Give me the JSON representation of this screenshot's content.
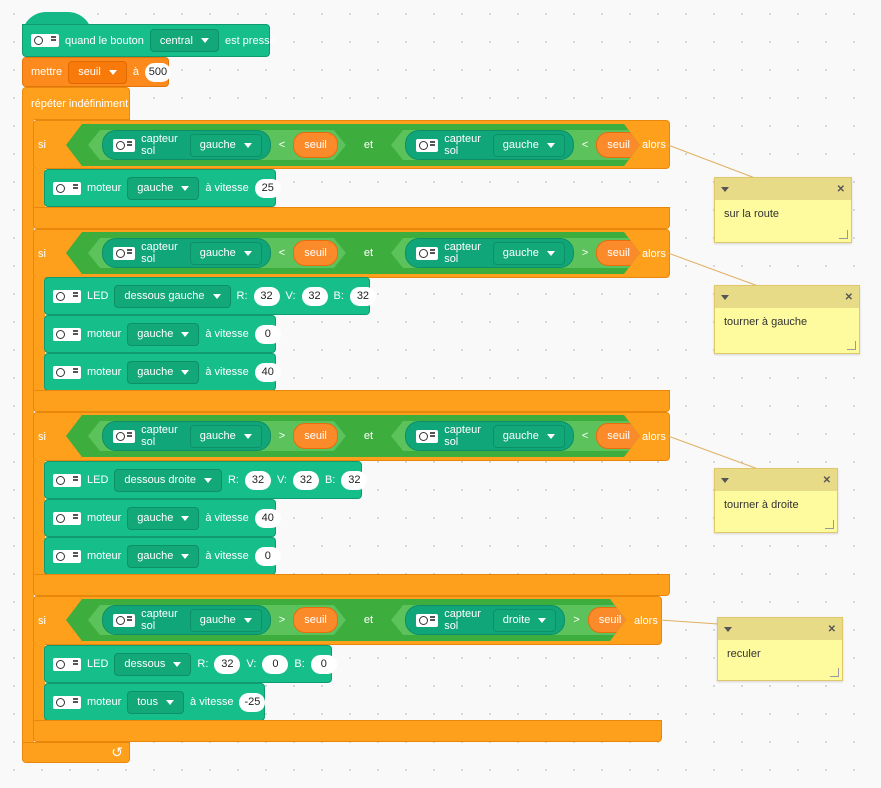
{
  "hat": {
    "label_prefix": "quand le bouton",
    "button_value": "central",
    "label_suffix": "est pressé"
  },
  "set_var": {
    "label": "mettre",
    "variable": "seuil",
    "to_label": "à",
    "value": "500"
  },
  "forever": {
    "label": "répéter indéfiniment"
  },
  "words": {
    "if": "si",
    "then": "alors",
    "and": "et",
    "sensor": "capteur sol",
    "motor": "moteur",
    "speed": "à vitesse",
    "led": "LED",
    "r": "R:",
    "g": "V:",
    "b": "B:",
    "var": "seuil"
  },
  "ifs": [
    {
      "left": {
        "side": "gauche",
        "op": "<"
      },
      "right": {
        "side": "gauche",
        "op": "<"
      },
      "body": [
        {
          "type": "motor",
          "target": "gauche",
          "speed": "25"
        }
      ]
    },
    {
      "left": {
        "side": "gauche",
        "op": "<"
      },
      "right": {
        "side": "gauche",
        "op": ">"
      },
      "body": [
        {
          "type": "led",
          "target": "dessous gauche",
          "r": "32",
          "g": "32",
          "b": "32"
        },
        {
          "type": "motor",
          "target": "gauche",
          "speed": "0"
        },
        {
          "type": "motor",
          "target": "gauche",
          "speed": "40"
        }
      ]
    },
    {
      "left": {
        "side": "gauche",
        "op": ">"
      },
      "right": {
        "side": "gauche",
        "op": "<"
      },
      "body": [
        {
          "type": "led",
          "target": "dessous droite",
          "r": "32",
          "g": "32",
          "b": "32"
        },
        {
          "type": "motor",
          "target": "gauche",
          "speed": "40"
        },
        {
          "type": "motor",
          "target": "gauche",
          "speed": "0"
        }
      ]
    },
    {
      "left": {
        "side": "gauche",
        "op": ">"
      },
      "right": {
        "side": "droite",
        "op": ">"
      },
      "body": [
        {
          "type": "led",
          "target": "dessous",
          "r": "32",
          "g": "0",
          "b": "0"
        },
        {
          "type": "motor",
          "target": "tous",
          "speed": "-25"
        }
      ]
    }
  ],
  "comments": [
    {
      "text": "sur la route"
    },
    {
      "text": "tourner à gauche"
    },
    {
      "text": "tourner à droite"
    },
    {
      "text": "reculer"
    }
  ],
  "colors": {
    "motion": "#16be8a",
    "control": "#fea01c",
    "variable": "#fd8a1c",
    "operator": "#3dad3d",
    "comment": "#fefa9e"
  },
  "icons": {
    "sensor": "robot-camera-icon",
    "loop_arrow": "loop-arrow-icon",
    "collapse": "triangle-down-icon",
    "close": "close-x-icon"
  }
}
